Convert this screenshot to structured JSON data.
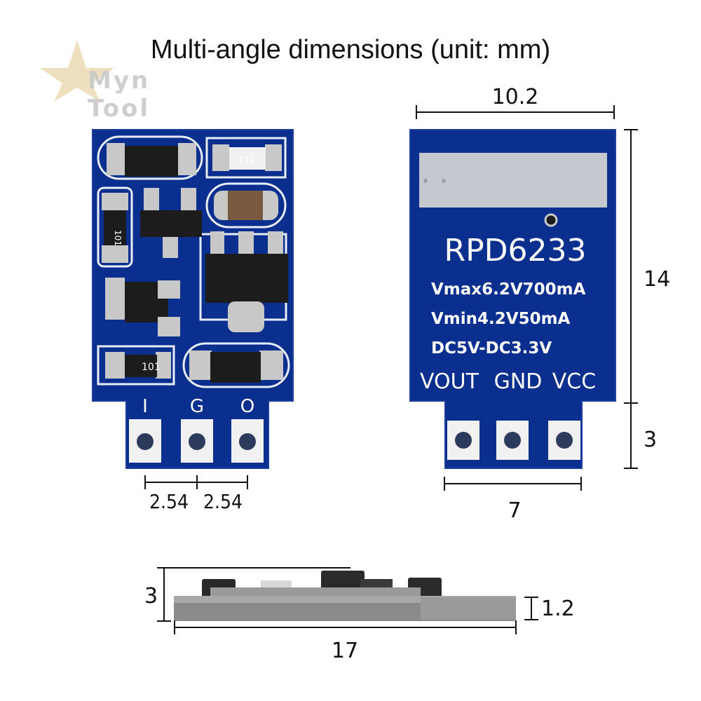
{
  "title": "Multi-angle dimensions (unit: mm)",
  "watermark": {
    "text": "Myn Tool"
  },
  "front_view": {
    "pin_labels": [
      "I",
      "G",
      "O"
    ],
    "components": {
      "resistor_left": "101",
      "resistor_bottom": "101",
      "capacitor_top": "511"
    },
    "dimensions": {
      "pitch_left": "2.54",
      "pitch_right": "2.54"
    }
  },
  "back_view": {
    "model": "RPD6233",
    "spec_lines": [
      "Vmax6.2V700mA",
      "Vmin4.2V50mA",
      "DC5V-DC3.3V"
    ],
    "pin_labels": [
      "VOUT",
      "GND",
      "VCC"
    ],
    "dimensions": {
      "width": "10.2",
      "height": "14",
      "pin_height": "3",
      "pin_width": "7"
    }
  },
  "side_view": {
    "dimensions": {
      "height": "3",
      "thickness": "1.2",
      "length": "17"
    }
  },
  "colors": {
    "pcb_blue": "#0a2f8f",
    "pcb_outline": "#c9d2ea",
    "pad_silver": "#c8c8c8",
    "silk_white": "#ffffff",
    "background": "#ffffff"
  }
}
